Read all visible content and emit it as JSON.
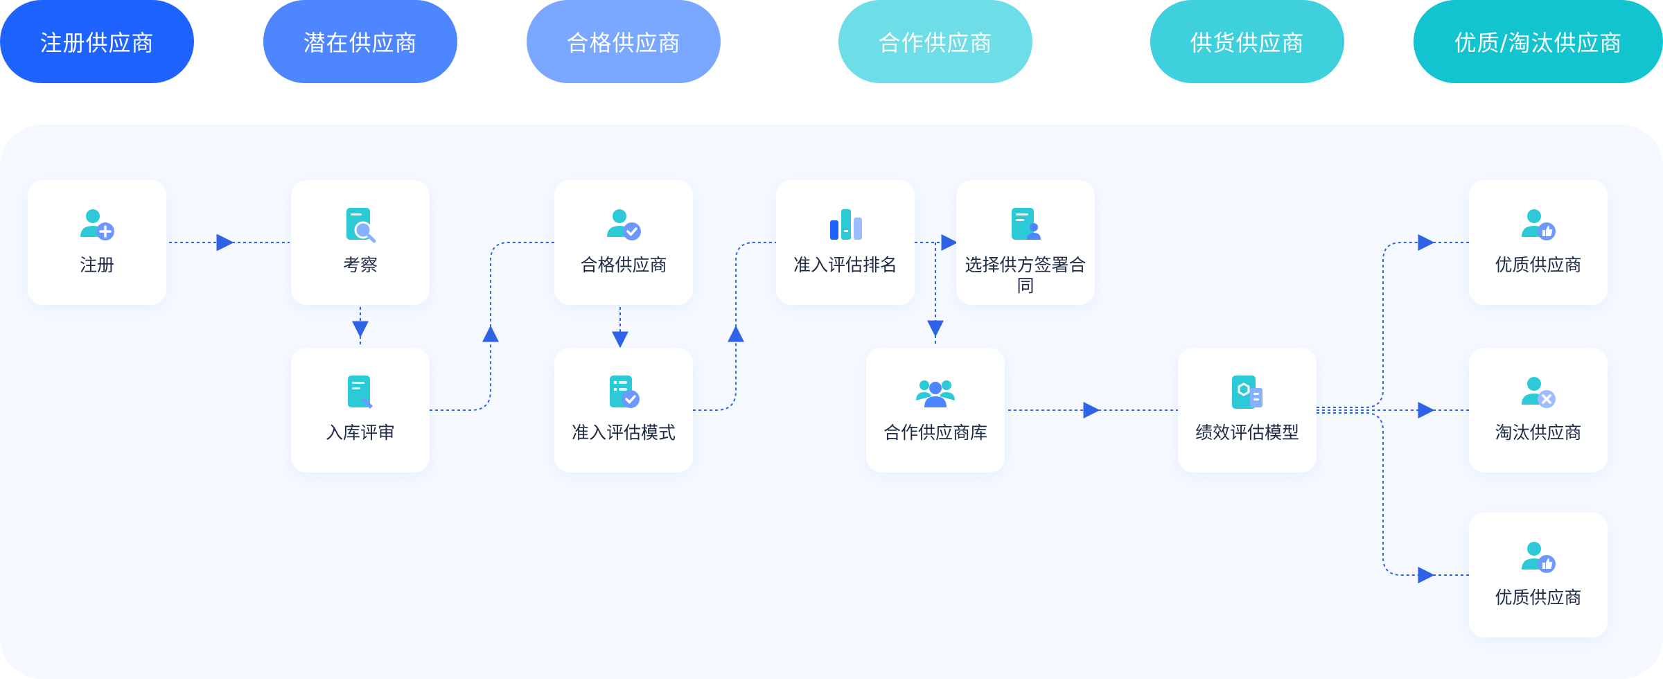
{
  "stages": [
    {
      "label": "注册供应商",
      "color": "#1f63ff"
    },
    {
      "label": "潜在供应商",
      "color": "#4d86ff"
    },
    {
      "label": "合格供应商",
      "color": "#7aa7ff"
    },
    {
      "label": "合作供应商",
      "color": "#6ddde7"
    },
    {
      "label": "供货供应商",
      "color": "#3ed0dc"
    },
    {
      "label": "优质/淘汰供应商",
      "color": "#12c4d0"
    }
  ],
  "nodes": {
    "register": {
      "label": "注册",
      "icon": "user-add-icon"
    },
    "inspect": {
      "label": "考察",
      "icon": "document-search-icon"
    },
    "review": {
      "label": "入库评审",
      "icon": "document-pen-icon"
    },
    "qualified": {
      "label": "合格供应商",
      "icon": "user-check-icon"
    },
    "eval_mode": {
      "label": "准入评估模式",
      "icon": "checklist-icon"
    },
    "ranking": {
      "label": "准入评估排名",
      "icon": "bar-chart-icon"
    },
    "contract": {
      "label": "选择供方签署合同",
      "icon": "contract-user-icon"
    },
    "library": {
      "label": "合作供应商库",
      "icon": "user-group-icon"
    },
    "performance": {
      "label": "绩效评估模型",
      "icon": "model-card-icon"
    },
    "quality1": {
      "label": "优质供应商",
      "icon": "user-thumb-icon"
    },
    "eliminated": {
      "label": "淘汰供应商",
      "icon": "user-remove-icon"
    },
    "quality2": {
      "label": "优质供应商",
      "icon": "user-thumb-icon"
    }
  },
  "colors": {
    "line": "#2f63e6",
    "accent": "#1f63ff",
    "teal": "#2cc9d6"
  }
}
